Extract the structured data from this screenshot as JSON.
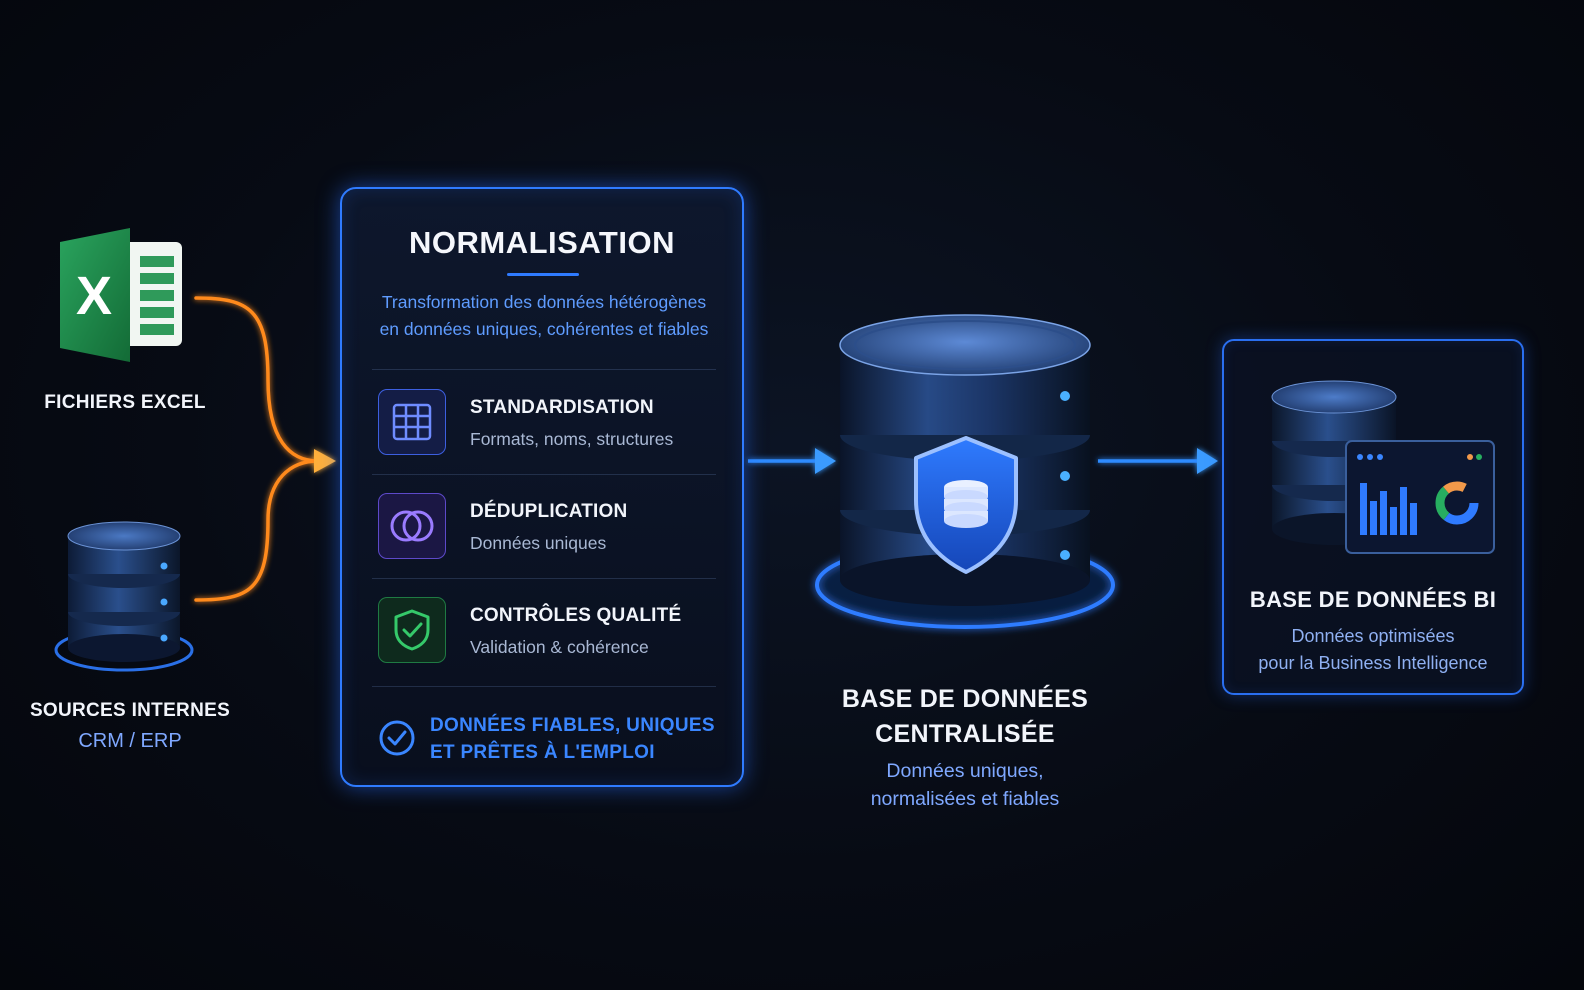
{
  "sources": {
    "excel": {
      "label": "FICHIERS EXCEL",
      "icon": "excel-icon"
    },
    "internal": {
      "label": "SOURCES INTERNES",
      "sub": "CRM / ERP",
      "icon": "database-icon"
    }
  },
  "normalisation": {
    "title": "NORMALISATION",
    "description_line1": "Transformation des données hétérogènes",
    "description_line2": "en données uniques, cohérentes et fiables",
    "steps": [
      {
        "title": "STANDARDISATION",
        "subtitle": "Formats, noms, structures",
        "icon": "table-grid-icon"
      },
      {
        "title": "DÉDUPLICATION",
        "subtitle": "Données uniques",
        "icon": "overlap-circles-icon"
      },
      {
        "title": "CONTRÔLES QUALITÉ",
        "subtitle": "Validation & cohérence",
        "icon": "shield-check-icon"
      }
    ],
    "result_line1": "DONNÉES FIABLES, UNIQUES",
    "result_line2": "ET PRÊTES À L'EMPLOI",
    "result_icon": "check-circle-icon"
  },
  "central_db": {
    "title_line1": "BASE DE DONNÉES",
    "title_line2": "CENTRALISÉE",
    "sub_line1": "Données uniques,",
    "sub_line2": "normalisées et fiables",
    "icon": "secured-database-icon"
  },
  "bi_db": {
    "title": "BASE DE DONNÉES BI",
    "sub_line1": "Données optimisées",
    "sub_line2": "pour la Business Intelligence",
    "icon": "database-dashboard-icon"
  },
  "colors": {
    "background": "#070b14",
    "accent_blue": "#2f7bff",
    "text_blue": "#5f9cff",
    "orange_connector": "#ff8a1f",
    "excel_green": "#1e7e45",
    "step1_accent": "#3d5fe0",
    "step2_accent": "#7a55e8",
    "step3_accent": "#27b35a"
  }
}
